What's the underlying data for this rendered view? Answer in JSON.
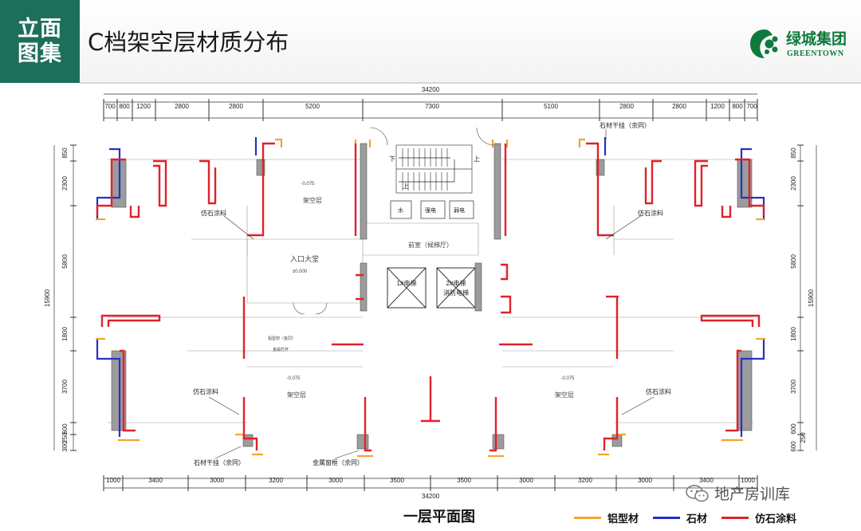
{
  "header": {
    "badge_line1": "立面",
    "badge_line2": "图集",
    "title": "C档架空层材质分布",
    "logo_cn": "绿城集团",
    "logo_en": "GREENTOWN"
  },
  "plan": {
    "title": "一层平面图",
    "overall_width": "34200",
    "overall_height": "15900",
    "top_dims": [
      "700",
      "800",
      "1200",
      "2800",
      "2800",
      "5200",
      "7300",
      "5100",
      "2800",
      "2800",
      "1200",
      "800",
      "700"
    ],
    "bottom_dims": [
      "1000",
      "3400",
      "3000",
      "3200",
      "3000",
      "3500",
      "3500",
      "3000",
      "3200",
      "3000",
      "3400",
      "1000"
    ],
    "left_dims": [
      "850",
      "2300",
      "5800",
      "1800",
      "3700",
      "600",
      "250",
      "300"
    ],
    "right_dims": [
      "850",
      "2300",
      "5800",
      "1800",
      "3700",
      "600",
      "250",
      "600"
    ],
    "rooms": {
      "open_top": "架空层",
      "level_top": "-0.075",
      "entrance": "入口大堂",
      "level_entrance": "±0.000",
      "lobby": "前室（候梯厅）",
      "elevator1": "1#电梯",
      "elevator2": "2#电梯",
      "elevator2_sub": "消防电梯",
      "water": "水",
      "strong": "强电",
      "weak": "弱电",
      "down": "下",
      "up": "上",
      "open_bl": "架空层",
      "open_br": "架空层",
      "level_bl": "-0.075",
      "level_br": "-0.075",
      "small_note1": "铝型材（金同）",
      "small_note2": "金属栏杆"
    },
    "labels": {
      "stone_top_right": "石材干挂（余同）",
      "paint_ul": "仿石涂料",
      "paint_ur": "仿石涂料",
      "paint_ll": "仿石涂料",
      "paint_lr": "仿石涂料",
      "stone_bottom": "石材干挂（余同）",
      "metal_frame": "金属窗框（余同）"
    }
  },
  "legend": [
    {
      "label": "铝型材",
      "color": "#f5a32a"
    },
    {
      "label": "石材",
      "color": "#2630c8"
    },
    {
      "label": "仿石涂料",
      "color": "#e0212b"
    }
  ],
  "watermark": "地产房训库"
}
